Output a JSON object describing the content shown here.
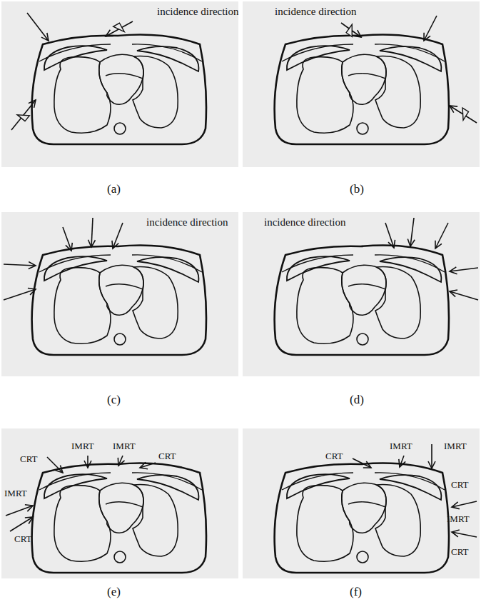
{
  "diagram": {
    "labels": [
      "incidence direction",
      "incidence direction",
      "(a)",
      "(b)",
      "incidence direction",
      "incidence direction",
      "(c)",
      "(d)",
      "CRT",
      "IMRT",
      "IMRT",
      "CRT",
      "IMRT",
      "CRT",
      "CRT",
      "IMRT",
      "IMRT",
      "CRT",
      "IMRT",
      "CRT",
      "(e)",
      "(f)"
    ]
  }
}
